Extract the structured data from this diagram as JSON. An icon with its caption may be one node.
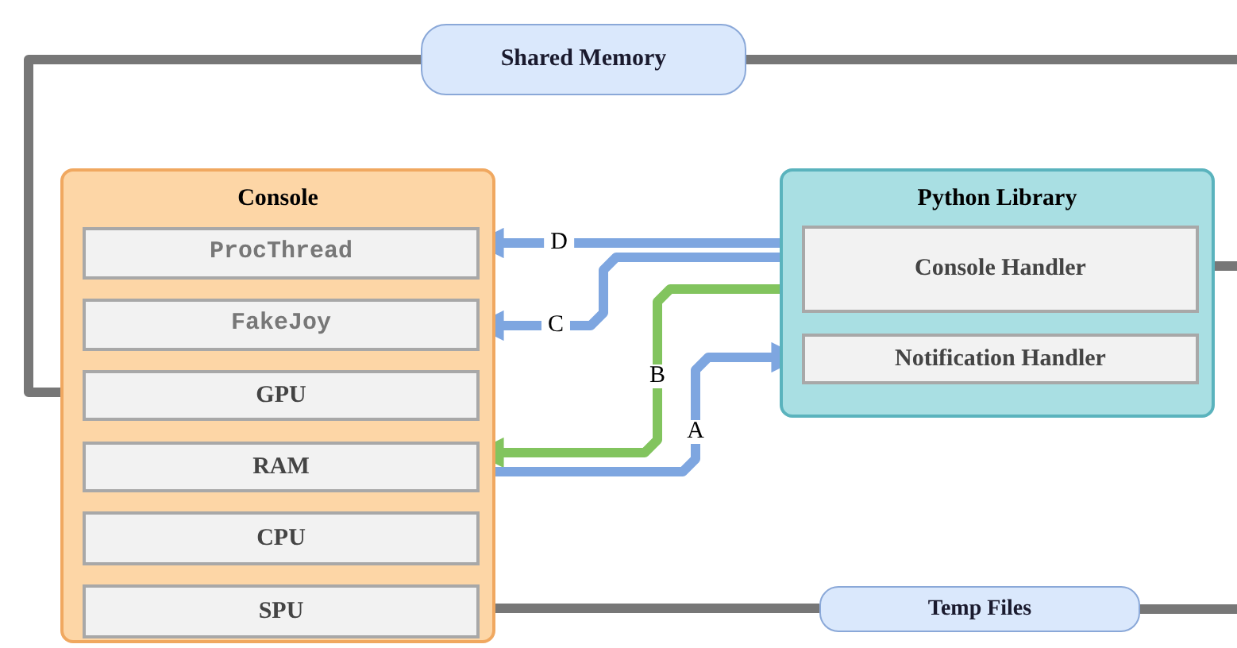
{
  "diagram": {
    "nodes": [
      {
        "text": [
          "Shared Memory"
        ]
      },
      {
        "text": [
          "Console"
        ]
      },
      {
        "text": [
          "ProcThread"
        ],
        "in": 1
      },
      {
        "text": [
          "FakeJoy"
        ],
        "in": 1
      },
      {
        "text": [
          "GPU"
        ],
        "in": 1
      },
      {
        "text": [
          "RAM"
        ],
        "in": 1
      },
      {
        "text": [
          "CPU"
        ],
        "in": 1
      },
      {
        "text": [
          "SPU"
        ],
        "in": 1
      },
      {
        "text": [
          "Python Library"
        ]
      },
      {
        "text": [
          "Console Handler"
        ],
        "in": 8
      },
      {
        "text": [
          "Notification Handler"
        ],
        "in": 8
      },
      {
        "text": [
          "Temp Files"
        ]
      }
    ],
    "edges": [
      {
        "from": 0,
        "to": 4,
        "arrow": "none"
      },
      {
        "from": 0,
        "to": null,
        "arrow": "none"
      },
      {
        "from": 9,
        "to": null,
        "arrow": "none"
      },
      {
        "from": 7,
        "to": 11,
        "arrow": "none"
      },
      {
        "from": 11,
        "to": null,
        "arrow": "none"
      },
      {
        "from": 9,
        "to": 2,
        "arrow": "to",
        "label": "D",
        "color": "#7ea6e0"
      },
      {
        "from": 9,
        "to": 3,
        "arrow": "to",
        "label": "C",
        "color": "#7ea6e0"
      },
      {
        "from": 9,
        "to": 5,
        "arrow": "to",
        "label": "B",
        "color": "#82c45e"
      },
      {
        "from": 5,
        "to": 10,
        "arrow": "to",
        "label": "A",
        "color": "#7ea6e0"
      }
    ]
  }
}
